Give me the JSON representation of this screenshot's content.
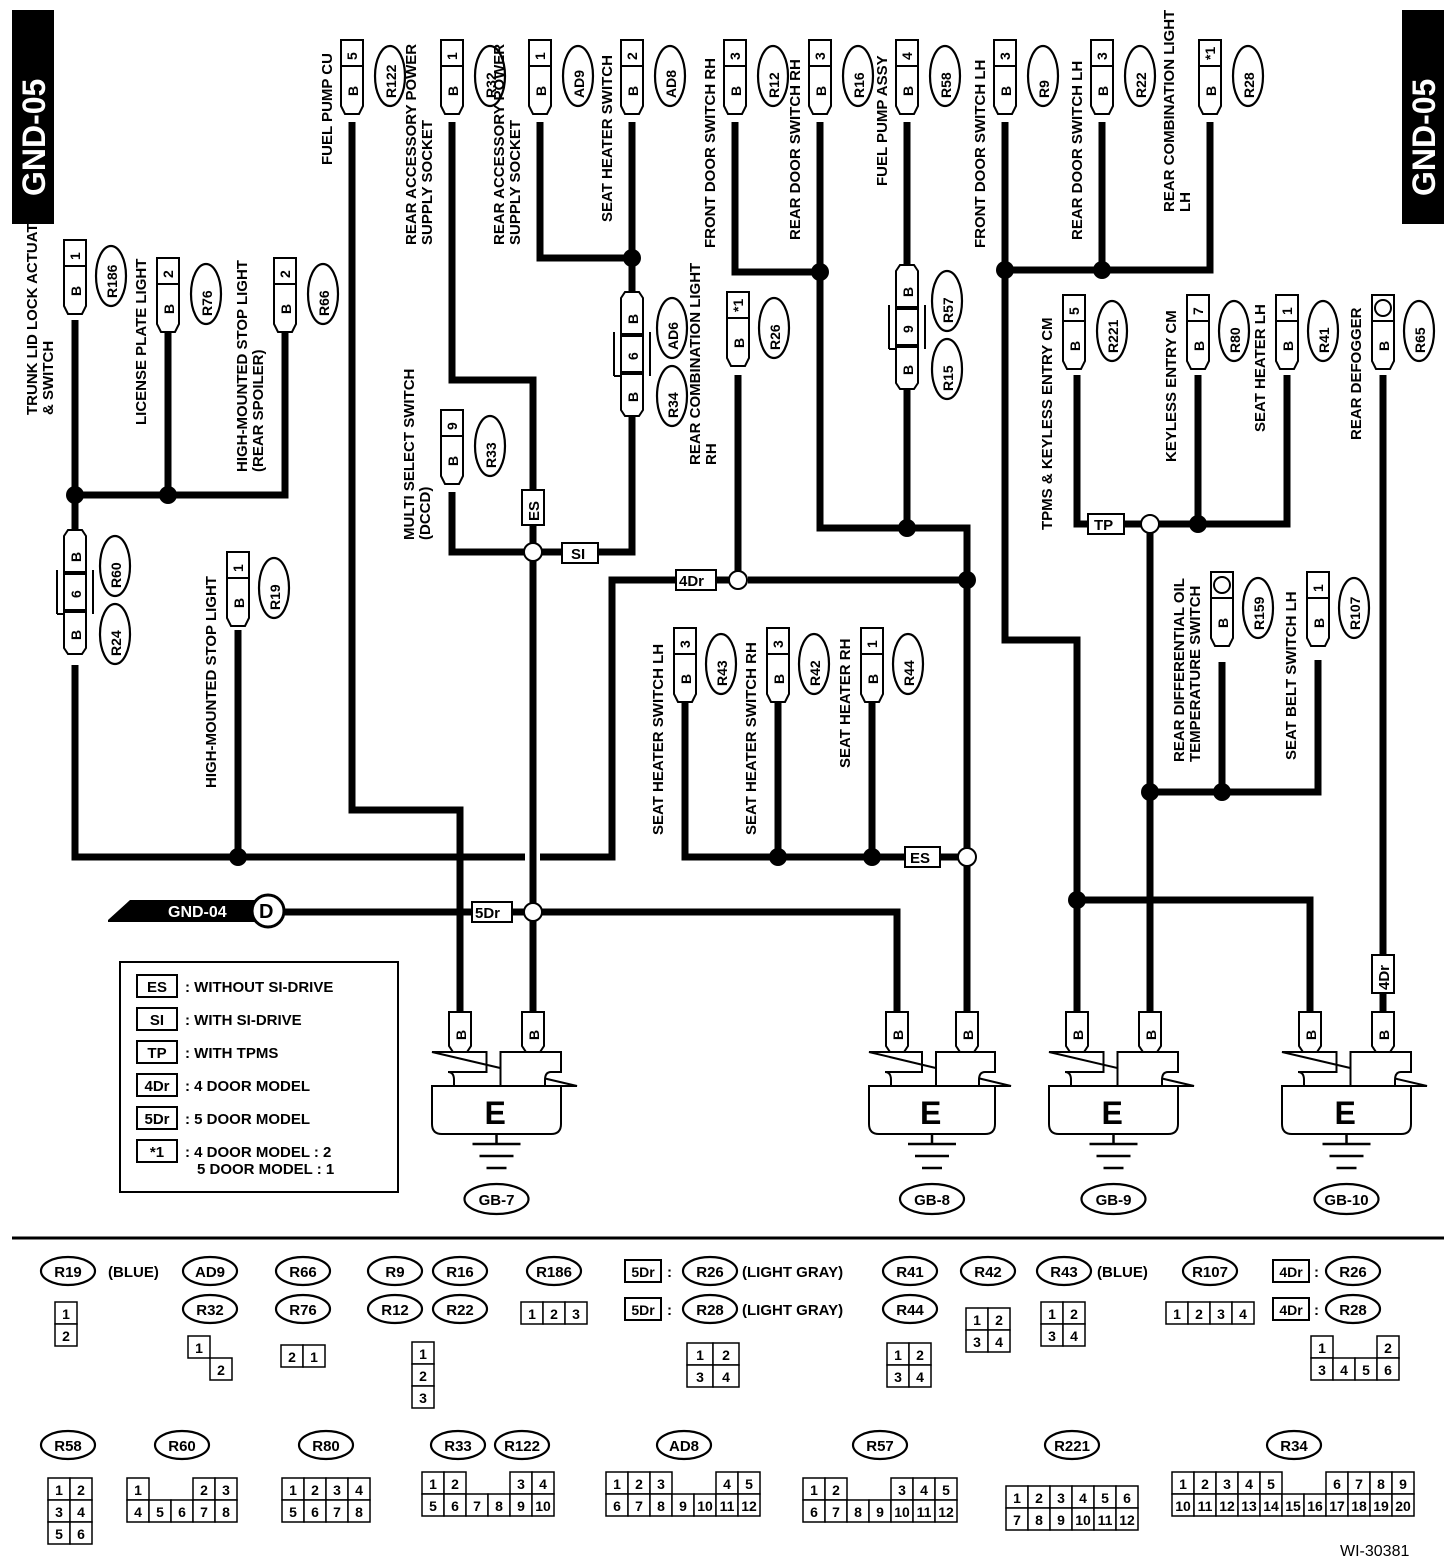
{
  "page": {
    "title_left": "GND-05",
    "title_right": "GND-05",
    "drawing_id": "WI-30381"
  },
  "colors": {
    "ink": "#000000",
    "paper": "#ffffff"
  },
  "wire_color": "B",
  "top_connectors": [
    {
      "id": "R122",
      "pin": "5",
      "label": "FUEL PUMP CU"
    },
    {
      "id": "R32",
      "pin": "1",
      "label": "REAR ACCESSORY POWER SUPPLY SOCKET"
    },
    {
      "id": "AD9",
      "pin": "1",
      "label": "REAR ACCESSORY POWER SUPPLY SOCKET"
    },
    {
      "id": "AD8",
      "pin": "2",
      "label": "SEAT HEATER SWITCH"
    },
    {
      "id": "R12",
      "pin": "3",
      "label": "FRONT DOOR SWITCH RH"
    },
    {
      "id": "R16",
      "pin": "3",
      "label": "REAR DOOR SWITCH RH"
    },
    {
      "id": "R58",
      "pin": "4",
      "label": "FUEL PUMP ASSY"
    },
    {
      "id": "R9",
      "pin": "3",
      "label": "FRONT DOOR SWITCH LH"
    },
    {
      "id": "R22",
      "pin": "3",
      "label": "REAR DOOR SWITCH LH"
    },
    {
      "id": "R28",
      "pin": "*1",
      "label": "REAR COMBINATION LIGHT LH"
    }
  ],
  "mid_connectors": [
    {
      "id": "R186",
      "pin": "1",
      "label": "TRUNK LID LOCK ACTUATOR & SWITCH"
    },
    {
      "id": "R76",
      "pin": "2",
      "label": "LICENSE PLATE LIGHT"
    },
    {
      "id": "R66",
      "pin": "2",
      "label": "HIGH-MOUNTED STOP LIGHT (REAR SPOILER)"
    },
    {
      "id": "R26",
      "pin": "*1",
      "label": "REAR COMBINATION LIGHT RH"
    },
    {
      "id": "R33",
      "pin": "9",
      "label": "MULTI SELECT SWITCH (DCCD)"
    },
    {
      "id": "R221",
      "pin": "5",
      "label": "TPMS & KEYLESS ENTRY CM"
    },
    {
      "id": "R80",
      "pin": "7",
      "label": "KEYLESS ENTRY CM"
    },
    {
      "id": "R41",
      "pin": "1",
      "label": "SEAT HEATER LH"
    },
    {
      "id": "R65",
      "pin": "",
      "label": "REAR DEFOGGER"
    },
    {
      "id": "R19",
      "pin": "1",
      "label": "HIGH-MOUNTED STOP LIGHT"
    },
    {
      "id": "R43",
      "pin": "3",
      "label": "SEAT HEATER SWITCH LH"
    },
    {
      "id": "R42",
      "pin": "3",
      "label": "SEAT HEATER SWITCH RH"
    },
    {
      "id": "R44",
      "pin": "1",
      "label": "SEAT HEATER RH"
    },
    {
      "id": "R159",
      "pin": "",
      "label": "REAR DIFFERENTIAL OIL TEMPERATURE SWITCH"
    },
    {
      "id": "R107",
      "pin": "1",
      "label": "SEAT BELT SWITCH LH"
    }
  ],
  "joint_connectors": [
    {
      "ids": [
        "R60",
        "R24"
      ],
      "pin": "6"
    },
    {
      "ids": [
        "AD6",
        "R34"
      ],
      "pin": "6"
    },
    {
      "ids": [
        "R57",
        "R15"
      ],
      "pin": "9"
    }
  ],
  "grounds": [
    {
      "letter": "E",
      "name": "GB-7"
    },
    {
      "letter": "E",
      "name": "GB-8"
    },
    {
      "letter": "E",
      "name": "GB-9"
    },
    {
      "letter": "E",
      "name": "GB-10"
    }
  ],
  "tags": {
    "es": "ES",
    "si": "SI",
    "tp": "TP",
    "dr4": "4Dr",
    "dr5": "5Dr"
  },
  "gnd04": {
    "label": "GND-04",
    "letter": "D"
  },
  "legend": [
    {
      "code": "ES",
      "text": ": WITHOUT SI-DRIVE"
    },
    {
      "code": "SI",
      "text": ": WITH SI-DRIVE"
    },
    {
      "code": "TP",
      "text": ": WITH TPMS"
    },
    {
      "code": "4Dr",
      "text": ": 4 DOOR MODEL"
    },
    {
      "code": "5Dr",
      "text": ": 5 DOOR MODEL"
    },
    {
      "code": "*1",
      "text": ": 4 DOOR MODEL  : 2"
    }
  ],
  "legend_extra": "5 DOOR MODEL  : 1",
  "connector_keys": {
    "r19": "R19",
    "r19_note": "(BLUE)",
    "ad9": "AD9",
    "r32": "R32",
    "r66": "R66",
    "r76": "R76",
    "r9": "R9",
    "r16": "R16",
    "r12": "R12",
    "r22": "R22",
    "r186": "R186",
    "dr5a": "5Dr",
    "r26a": "R26",
    "r26_note": "(LIGHT GRAY)",
    "dr5b": "5Dr",
    "r28a": "R28",
    "r28_note": "(LIGHT GRAY)",
    "r41": "R41",
    "r44": "R44",
    "r42": "R42",
    "r43": "R43",
    "r43_note": "(BLUE)",
    "r107": "R107",
    "dr4a": "4Dr",
    "r26b": "R26",
    "dr4b": "4Dr",
    "r28b": "R28",
    "r58": "R58",
    "r60": "R60",
    "r80": "R80",
    "r33": "R33",
    "r122": "R122",
    "ad8": "AD8",
    "r57": "R57",
    "r221": "R221",
    "r34": "R34"
  }
}
